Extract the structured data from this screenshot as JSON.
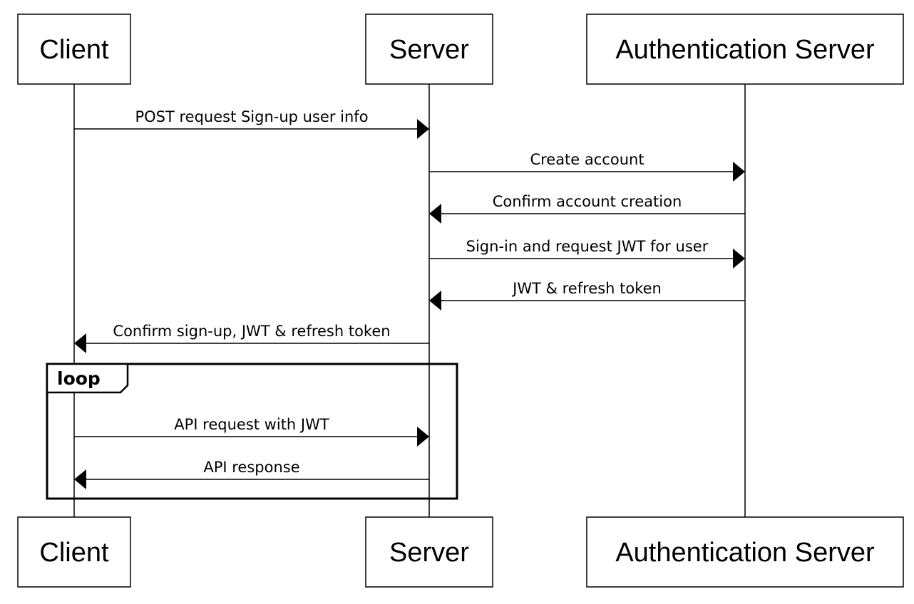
{
  "actors": [
    {
      "id": "client",
      "label": "Client"
    },
    {
      "id": "server",
      "label": "Server"
    },
    {
      "id": "auth",
      "label": "Authentication Server"
    }
  ],
  "messages": [
    {
      "from": "client",
      "to": "server",
      "label": "POST request Sign-up user info"
    },
    {
      "from": "server",
      "to": "auth",
      "label": "Create account"
    },
    {
      "from": "auth",
      "to": "server",
      "label": "Confirm account creation"
    },
    {
      "from": "server",
      "to": "auth",
      "label": "Sign-in and request JWT for user"
    },
    {
      "from": "auth",
      "to": "server",
      "label": "JWT & refresh token"
    },
    {
      "from": "server",
      "to": "client",
      "label": "Confirm sign-up, JWT & refresh token"
    },
    {
      "from": "client",
      "to": "server",
      "label": "API request with JWT"
    },
    {
      "from": "server",
      "to": "client",
      "label": "API response"
    }
  ],
  "loop": {
    "label": "loop",
    "first_message": 6,
    "last_message": 7
  }
}
